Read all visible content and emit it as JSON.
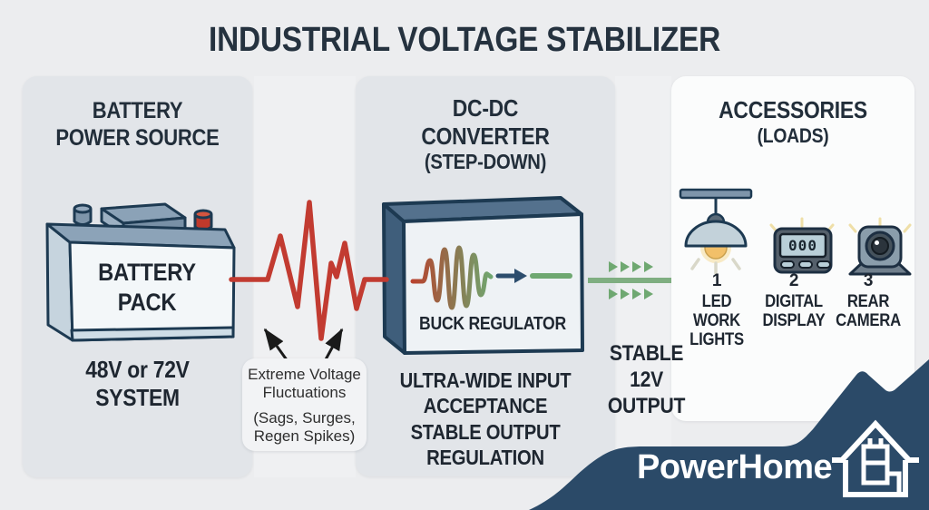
{
  "title": "INDUSTRIAL VOLTAGE STABILIZER",
  "battery_panel": {
    "heading": [
      "BATTERY",
      "POWER SOURCE"
    ],
    "pack_label": [
      "BATTERY",
      "PACK"
    ],
    "system_label": [
      "48V or 72V",
      "SYSTEM"
    ]
  },
  "fluctuation": {
    "lines": [
      "Extreme Voltage",
      "Fluctuations",
      "(Sags, Surges,",
      "Regen Spikes)"
    ]
  },
  "converter_panel": {
    "heading": [
      "DC-DC",
      "CONVERTER",
      "(STEP-DOWN)"
    ],
    "box_label": "BUCK REGULATOR",
    "feature_input": [
      "ULTRA-WIDE INPUT",
      "ACCEPTANCE"
    ],
    "feature_output": [
      "STABLE OUTPUT",
      "REGULATION"
    ]
  },
  "output": {
    "label": [
      "STABLE",
      "12V OUTPUT"
    ]
  },
  "accessories_panel": {
    "heading": [
      "ACCESSORIES",
      "(LOADS)"
    ],
    "items": [
      {
        "number": "1",
        "label": [
          "LED WORK",
          "LIGHTS"
        ],
        "icon": "work-light-icon"
      },
      {
        "number": "2",
        "label": [
          "DIGITAL",
          "DISPLAY"
        ],
        "icon": "digital-display-icon",
        "screen_value": "000"
      },
      {
        "number": "3",
        "label": [
          "REAR",
          "CAMERA"
        ],
        "icon": "rear-camera-icon"
      }
    ]
  },
  "brand": {
    "name": "PowerHome"
  },
  "colors": {
    "background": "#ecedef",
    "panel_gray": "#e2e5e9",
    "panel_white": "#fbfcfc",
    "ink": "#1e2a36",
    "fluctuation_red": "#c23b31",
    "stable_green": "#6fa871",
    "outline_navy": "#1d3a52",
    "brand_navy": "#2b4a68"
  }
}
